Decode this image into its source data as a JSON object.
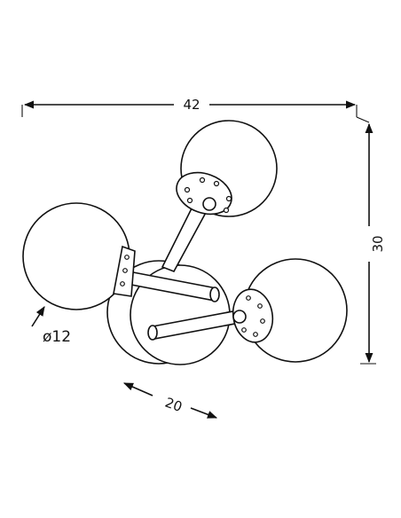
{
  "dimensions": {
    "width_label": "42",
    "height_label": "30",
    "depth_label": "20",
    "diameter_label": "ø12"
  },
  "colors": {
    "stroke": "#111111",
    "background": "#ffffff"
  }
}
